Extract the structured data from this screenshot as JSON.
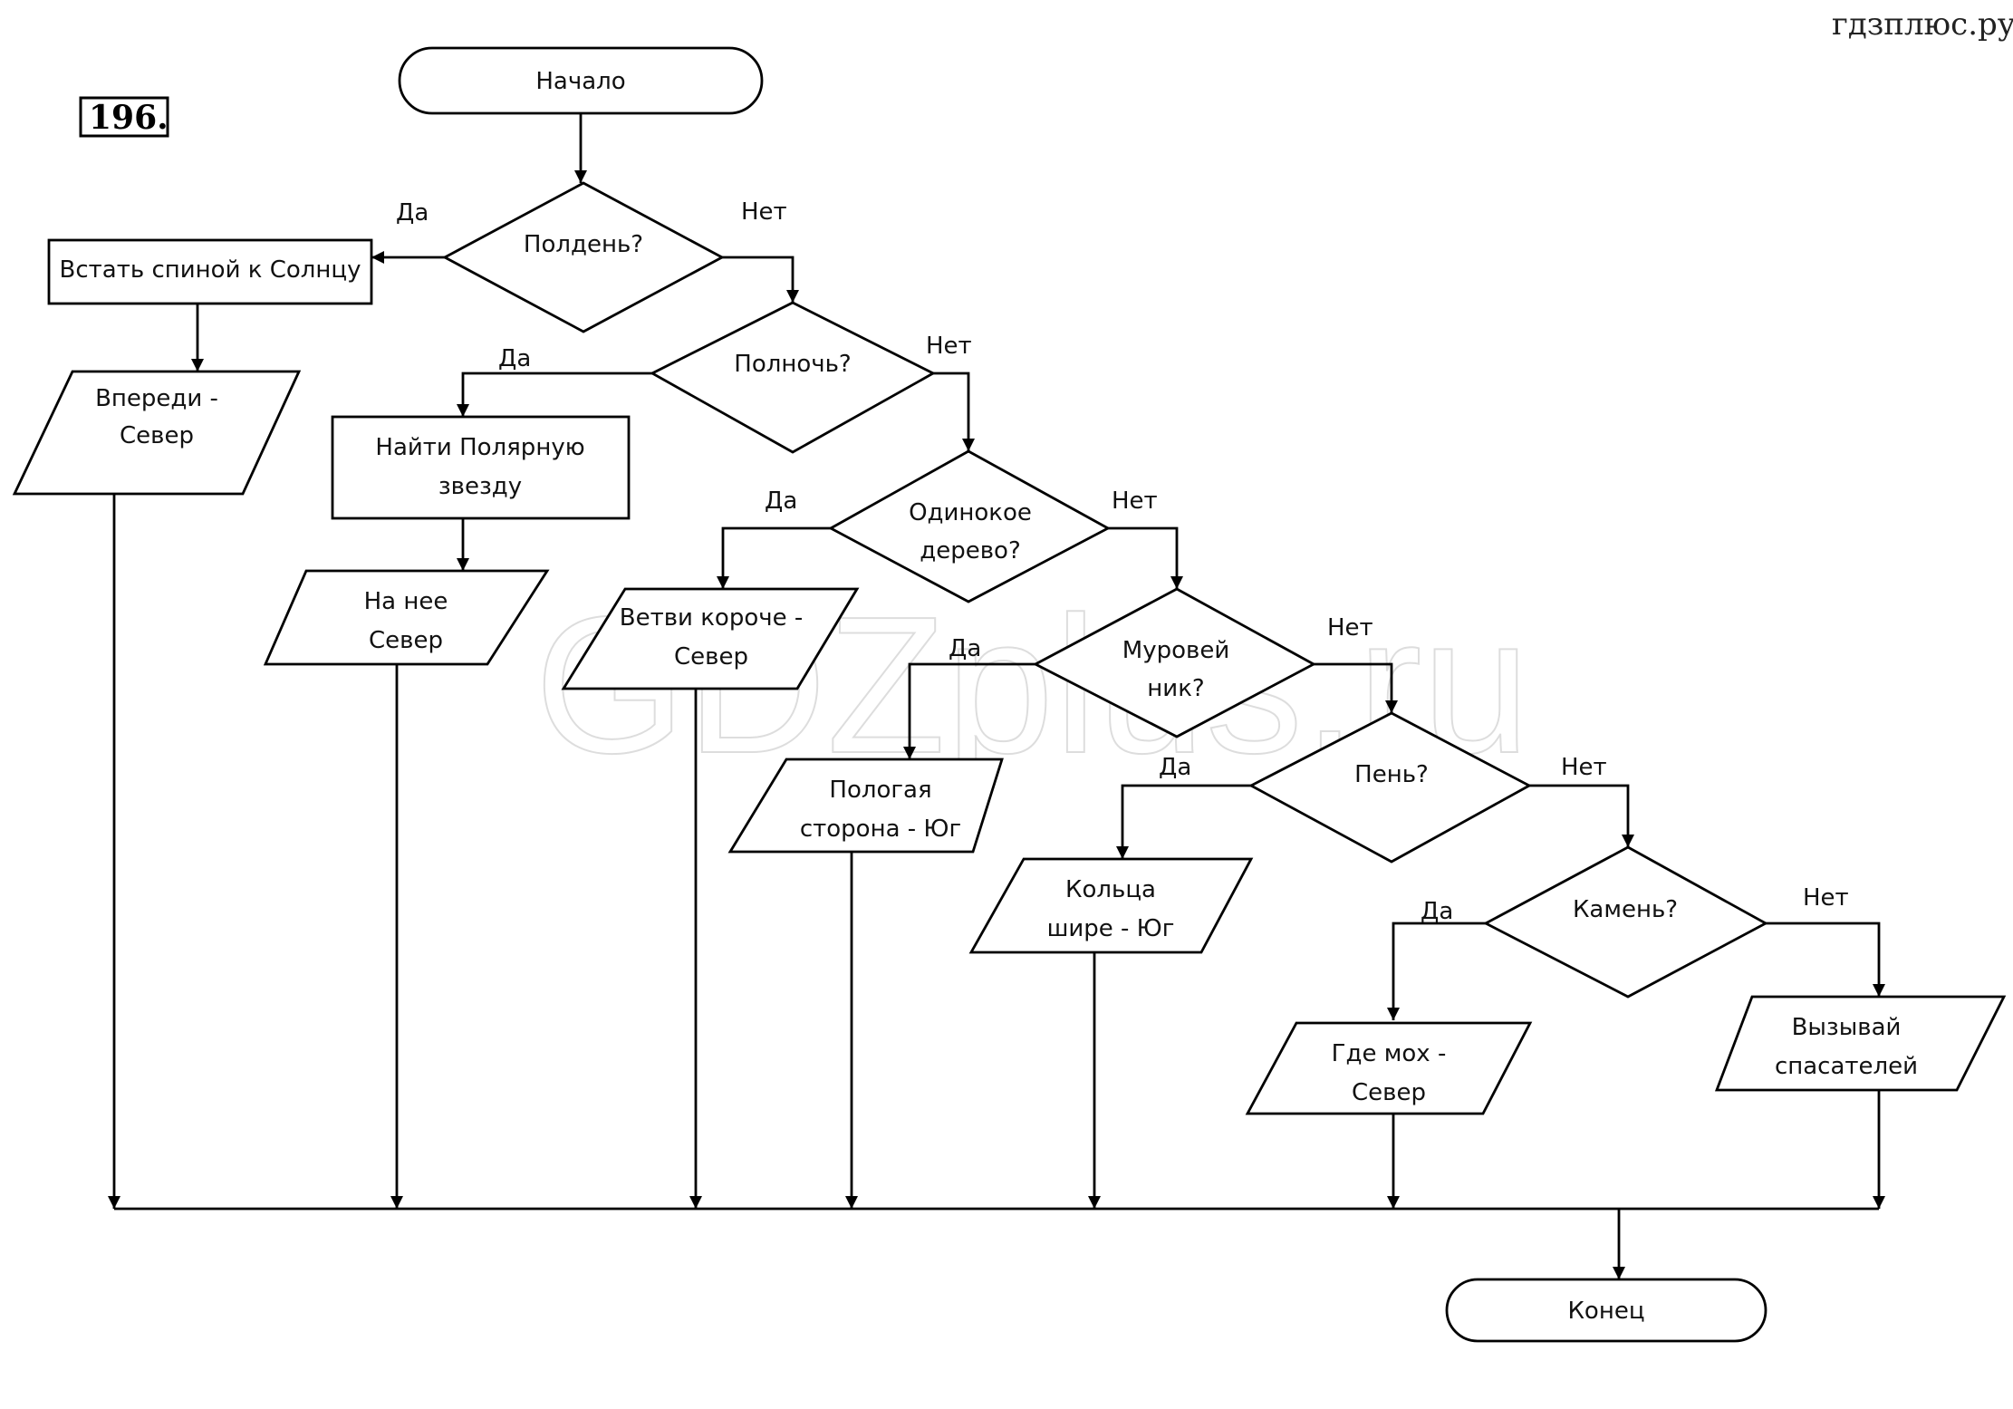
{
  "site": "гдзплюс.ру",
  "problem_number": "196.",
  "watermark": "GDZplus.ru",
  "nodes": {
    "start": "Начало",
    "end": "Конец",
    "q_noon": "Полдень?",
    "q_midnight": "Полночь?",
    "q_tree": [
      "Одинокое",
      "дерево?"
    ],
    "q_anthill": [
      "Муровей",
      "ник?"
    ],
    "q_stump": "Пень?",
    "q_stone": "Камень?",
    "a_sun": "Встать спиной к Солнцу",
    "a_star": [
      "Найти Полярную",
      "звезду"
    ],
    "o_ahead_north": [
      "Впереди -",
      "Север"
    ],
    "o_on_it_north": [
      "На нее",
      "Север"
    ],
    "o_branches": [
      "Ветви короче -",
      "Север"
    ],
    "o_gentle": [
      "Пологая",
      "сторона - Юг"
    ],
    "o_rings": [
      "Кольца",
      "шире - Юг"
    ],
    "o_moss": [
      "Где мох -",
      "Север"
    ],
    "o_rescue": [
      "Вызывай",
      "спасателей"
    ]
  },
  "labels": {
    "yes": "Да",
    "no": "Нет"
  }
}
